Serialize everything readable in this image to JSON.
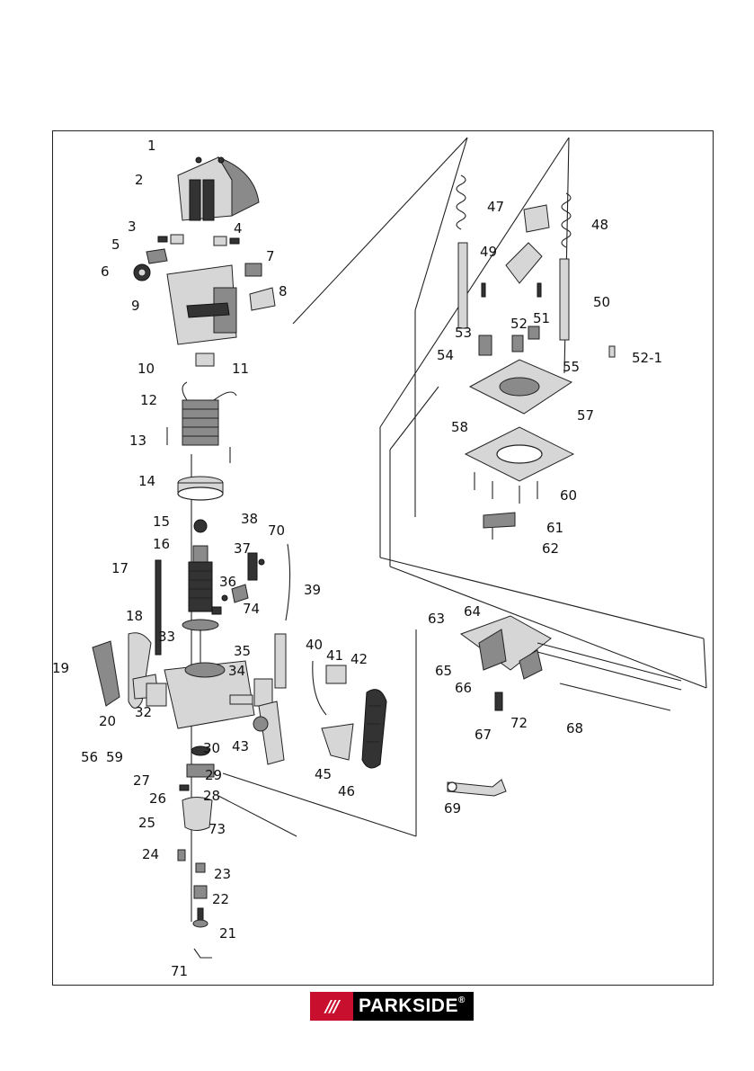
{
  "diagram": {
    "labels": [
      "1",
      "2",
      "3",
      "4",
      "5",
      "6",
      "7",
      "8",
      "9",
      "10",
      "11",
      "12",
      "13",
      "14",
      "15",
      "16",
      "17",
      "18",
      "19",
      "20",
      "21",
      "22",
      "23",
      "24",
      "25",
      "26",
      "27",
      "28",
      "29",
      "30",
      "32",
      "33",
      "34",
      "35",
      "36",
      "37",
      "38",
      "39",
      "40",
      "41",
      "42",
      "43",
      "45",
      "46",
      "47",
      "48",
      "49",
      "50",
      "51",
      "52",
      "52-1",
      "53",
      "54",
      "55",
      "56",
      "57",
      "58",
      "59",
      "60",
      "61",
      "62",
      "63",
      "64",
      "65",
      "66",
      "67",
      "68",
      "69",
      "70",
      "71",
      "72",
      "73",
      "74"
    ]
  },
  "brand": {
    "mark": "///",
    "name": "PARKSIDE",
    "registered": "®"
  },
  "colors": {
    "brand_red": "#c8102e",
    "brand_black": "#000000"
  }
}
